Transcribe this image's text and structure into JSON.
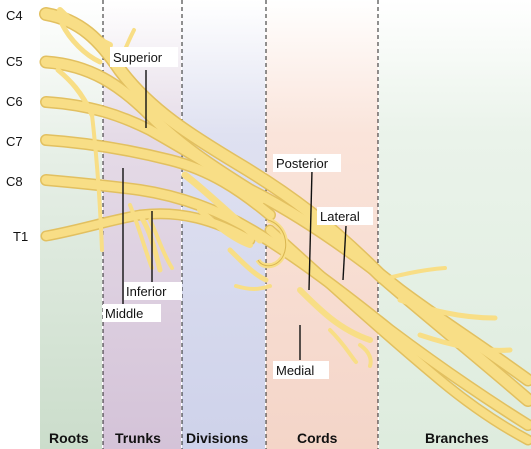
{
  "roots": {
    "c4": "C4",
    "c5": "C5",
    "c6": "C6",
    "c7": "C7",
    "c8": "C8",
    "t1": "T1"
  },
  "labels": {
    "superior": "Superior",
    "middle": "Middle",
    "inferior": "Inferior",
    "posterior": "Posterior",
    "lateral": "Lateral",
    "medial": "Medial"
  },
  "regions": {
    "roots": "Roots",
    "trunks": "Trunks",
    "divisions": "Divisions",
    "cords": "Cords",
    "branches": "Branches"
  },
  "colors": {
    "roots_band": "#d2e2d2",
    "trunks_band": "#d9c9dd",
    "divisions_band": "#d3d6ec",
    "cords_band": "#f6d9cd",
    "branches_band": "#e2efe2",
    "nerve": "#f8de86"
  }
}
